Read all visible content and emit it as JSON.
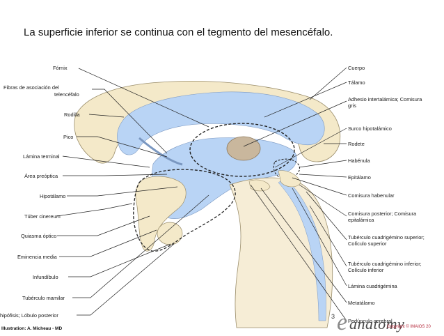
{
  "caption": "La superficie inferior se continua con el tegmento del mesencéfalo.",
  "labels_left": [
    "Fórnix",
    "Fibras de asociación del",
    "telencéfalo",
    "Rodilla",
    "Pico",
    "Lámina terminal",
    "Área preóptica",
    "Hipotálamo",
    "Túber cinereum",
    "Quiasma óptico",
    "Eminencia media",
    "Infundíbulo",
    "Tubérculo mamilar",
    "hipófisis; Lóbulo posterior"
  ],
  "labels_right": [
    "Cuerpo",
    "Tálamo",
    "Adhesio intertalámica; Comisura",
    "gris",
    "Surco hipotalámico",
    "Rodete",
    "Habénula",
    "Epitálamo",
    "Comisura habenular",
    "Comisura posterior; Comisura",
    "epitalámica",
    "Tubérculo cuadrigémino superior;",
    "Colículo superior",
    "Tubérculo cuadrigémino inferior;",
    "Colículo inferior",
    "Lámina cuadrigémina",
    "Metatálamo",
    "Pedúnculo cerebral"
  ],
  "credit": "Illustration: A. Micheau - MD",
  "page_number": "3",
  "logo_letter": "e",
  "logo_text": "anatomy",
  "copyright": "Copyright © IMAIOS 20",
  "colors": {
    "callosum": "#f4e9c9",
    "ventricle": "#b9d4f5",
    "brainstem": "#f6edd6",
    "thalamus_core": "#c9b79d",
    "line": "#222222"
  }
}
